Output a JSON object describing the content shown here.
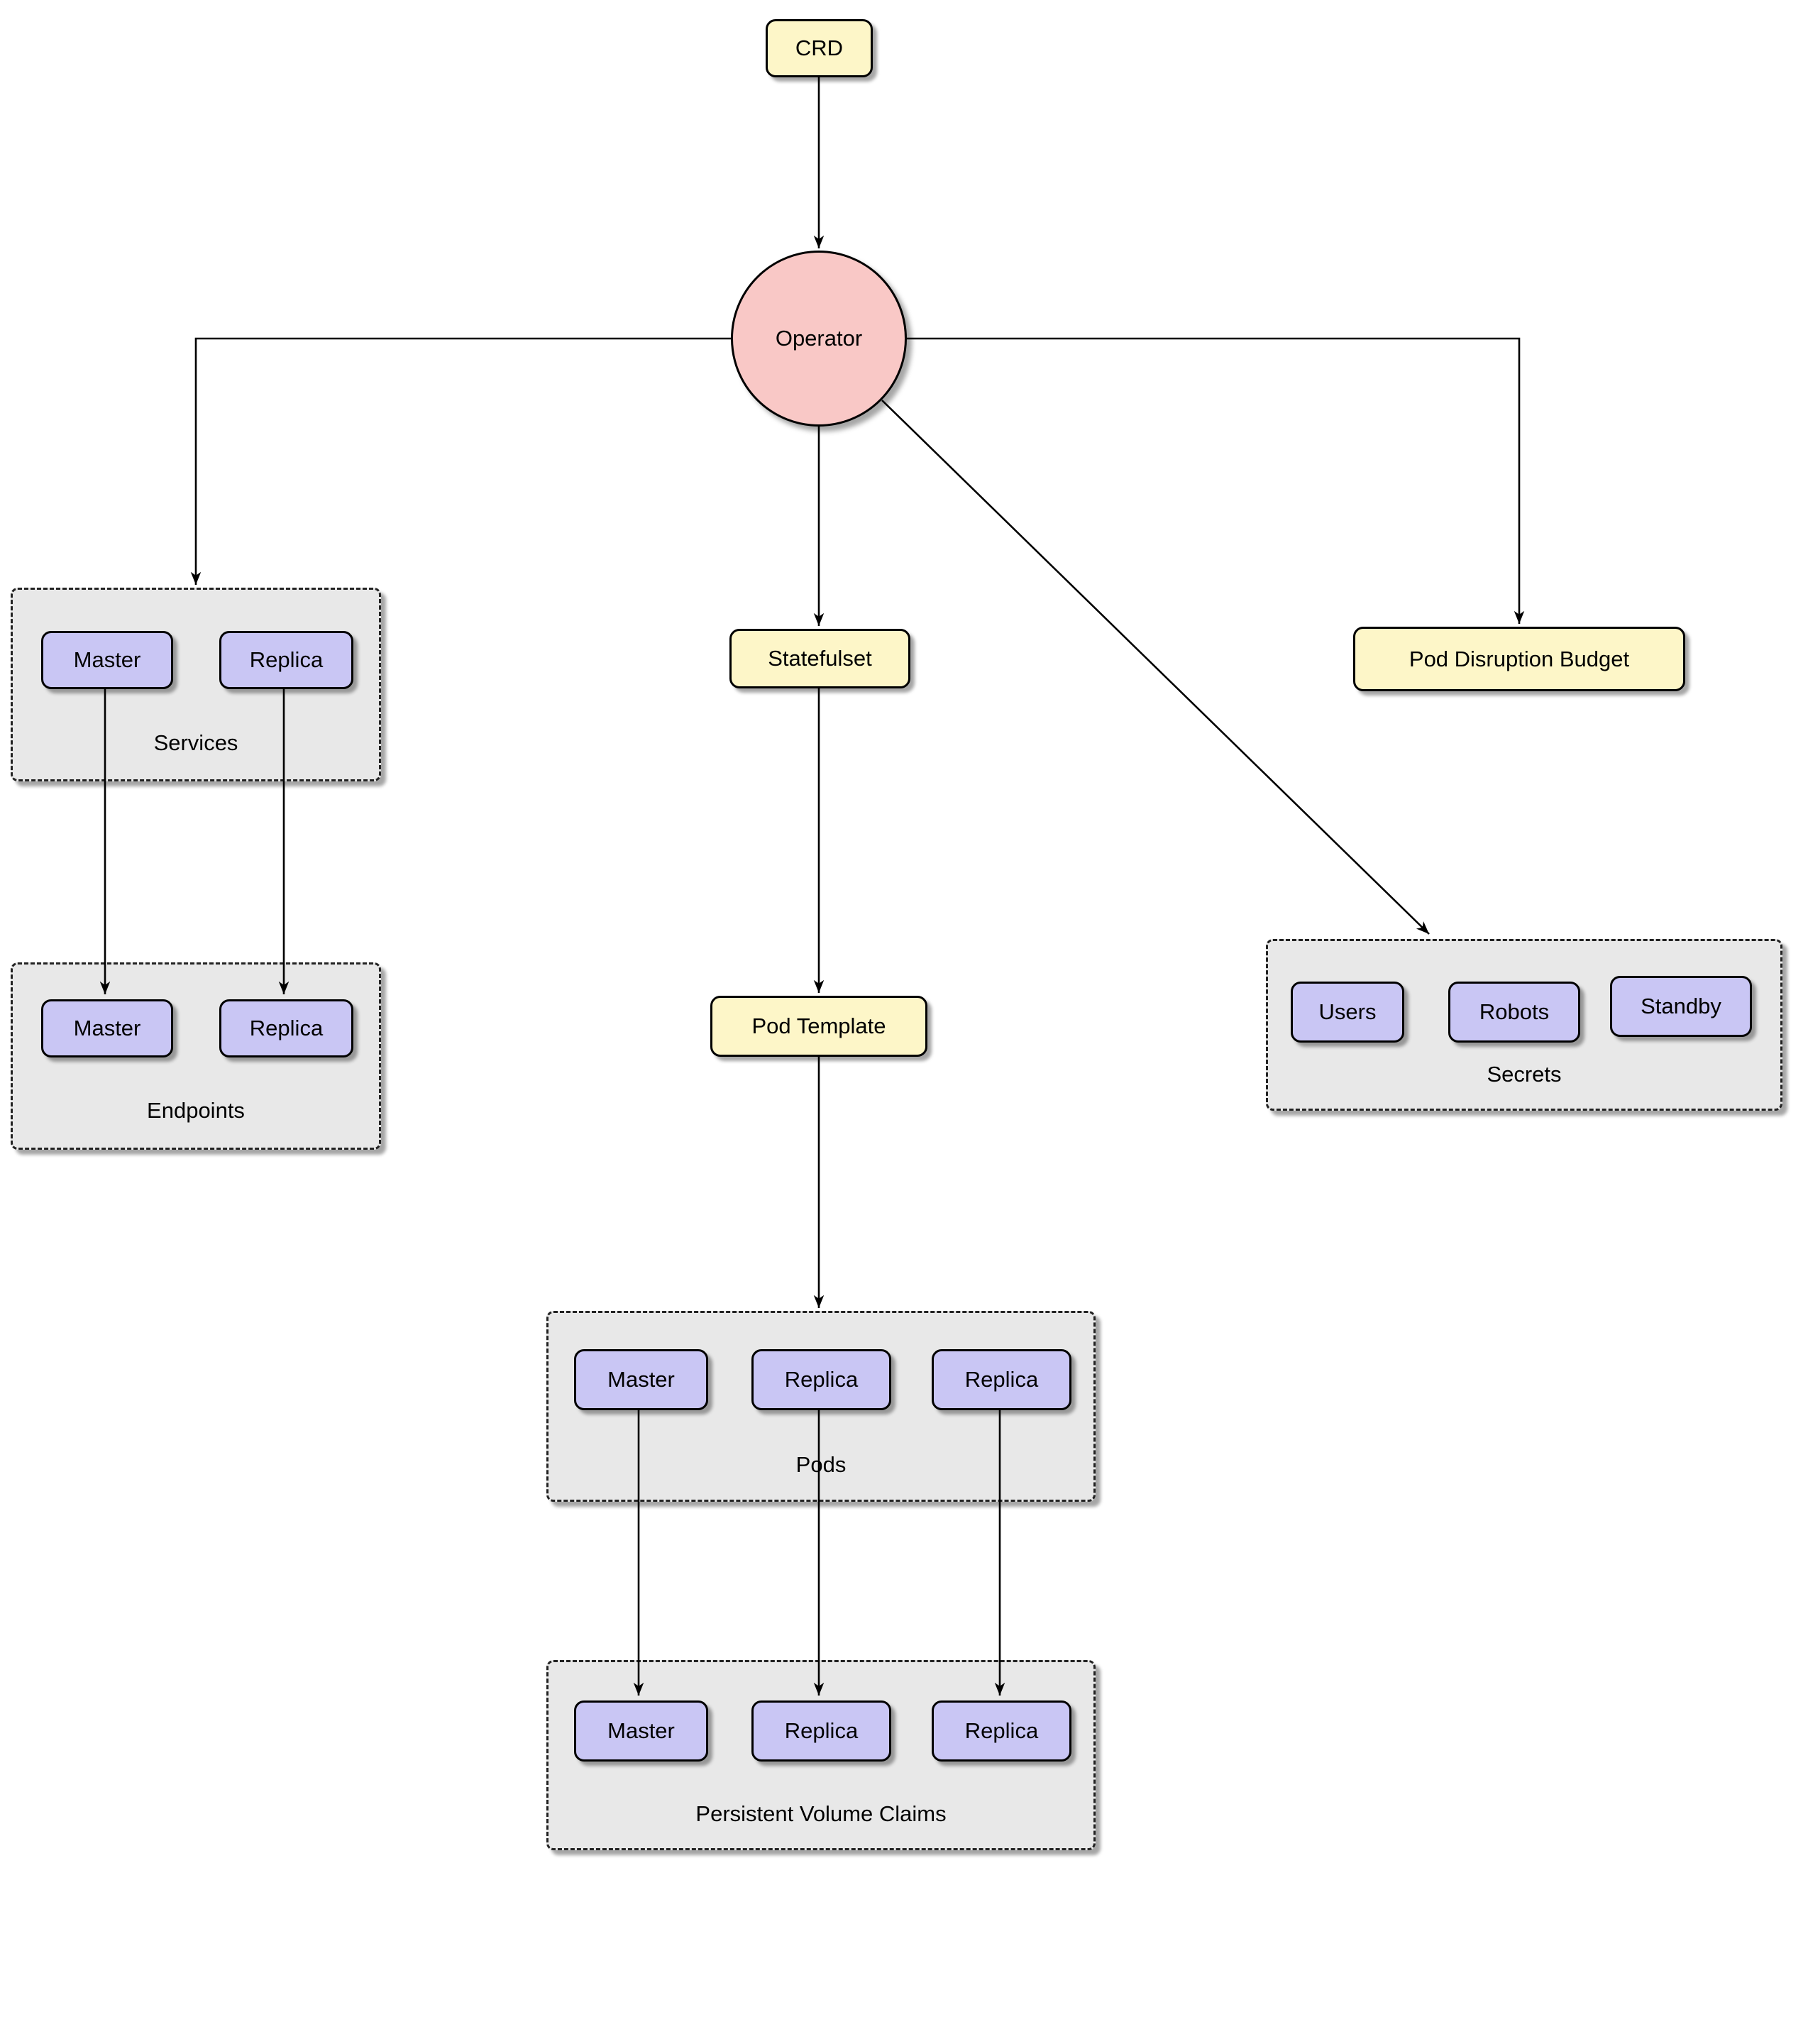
{
  "colors": {
    "node_yellow": "#fdf6c8",
    "node_purple": "#c9c6f4",
    "operator_fill": "#f9c8c6",
    "group_fill": "#e8e8e8",
    "edge_color": "#000000"
  },
  "nodes": {
    "crd": "CRD",
    "operator": "Operator",
    "statefulset": "Statefulset",
    "pod_template": "Pod Template",
    "pod_disruption_budget": "Pod Disruption Budget"
  },
  "groups": {
    "services": {
      "label": "Services",
      "items": [
        "Master",
        "Replica"
      ]
    },
    "endpoints": {
      "label": "Endpoints",
      "items": [
        "Master",
        "Replica"
      ]
    },
    "pods": {
      "label": "Pods",
      "items": [
        "Master",
        "Replica",
        "Replica"
      ]
    },
    "persistent_volume_claims": {
      "label": "Persistent Volume Claims",
      "items": [
        "Master",
        "Replica",
        "Replica"
      ]
    },
    "secrets": {
      "label": "Secrets",
      "items": [
        "Users",
        "Robots",
        "Standby"
      ]
    }
  },
  "edges": [
    {
      "from": "CRD",
      "to": "Operator"
    },
    {
      "from": "Operator",
      "to": "Services"
    },
    {
      "from": "Operator",
      "to": "Statefulset"
    },
    {
      "from": "Operator",
      "to": "Pod Disruption Budget"
    },
    {
      "from": "Operator",
      "to": "Secrets"
    },
    {
      "from": "Services/Master",
      "to": "Endpoints/Master"
    },
    {
      "from": "Services/Replica",
      "to": "Endpoints/Replica"
    },
    {
      "from": "Statefulset",
      "to": "Pod Template"
    },
    {
      "from": "Pod Template",
      "to": "Pods"
    },
    {
      "from": "Pods/Master",
      "to": "Persistent Volume Claims/Master"
    },
    {
      "from": "Pods/Replica-1",
      "to": "Persistent Volume Claims/Replica-1"
    },
    {
      "from": "Pods/Replica-2",
      "to": "Persistent Volume Claims/Replica-2"
    }
  ]
}
